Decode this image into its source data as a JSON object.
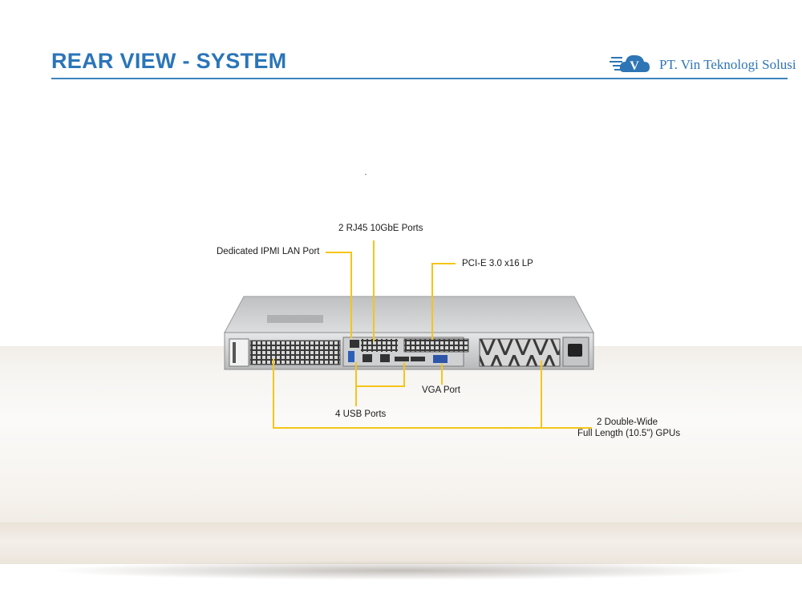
{
  "header": {
    "title": "REAR VIEW - SYSTEM",
    "brand_name": "PT. Vin Teknologi Solusi",
    "logo_letter": "V",
    "accent_color": "#2b75b8"
  },
  "callouts": {
    "rj45": "2 RJ45 10GbE Ports",
    "ipmi": "Dedicated IPMI  LAN Port",
    "pcie": "PCI-E 3.0 x16 LP",
    "vga": "VGA Port",
    "usb": "4 USB Ports",
    "gpu_line1": "2 Double-Wide",
    "gpu_line2": "Full Length (10.5\") GPUs"
  },
  "colors": {
    "callout_line": "#f5c518",
    "chassis": "#c9cacc"
  }
}
